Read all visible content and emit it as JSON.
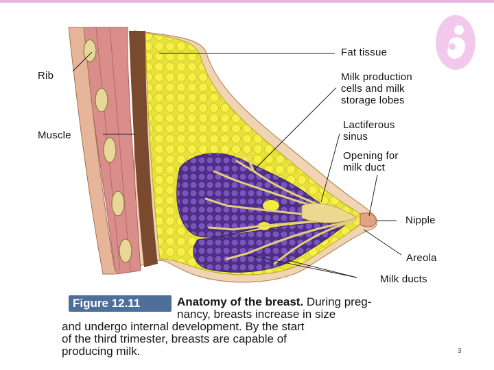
{
  "labels": {
    "rib": "Rib",
    "muscle": "Muscle",
    "fat_tissue": "Fat tissue",
    "milk_production": "Milk production\ncells and milk\nstorage lobes",
    "lactiferous_sinus": "Lactiferous\nsinus",
    "opening_for_duct": "Opening for\nmilk duct",
    "nipple": "Nipple",
    "areola": "Areola",
    "milk_ducts": "Milk ducts"
  },
  "caption": {
    "figure_label": "Figure 12.11",
    "title": "Anatomy of the breast.",
    "line1_rest": " During preg-",
    "line2": "nancy, breasts increase in size",
    "line3": "and undergo internal development. By the start",
    "line4": "of the third trimester, breasts are capable of",
    "line5": "producing milk."
  },
  "page_number": "3",
  "colors": {
    "fat": "#f3ec3c",
    "lobes": "#6a49a6",
    "muscle": "#d98b8b",
    "skin": "#efcfae",
    "ducts": "#e9d38a",
    "badge": "#4d6f9a",
    "logo": "#f2c9ec"
  }
}
